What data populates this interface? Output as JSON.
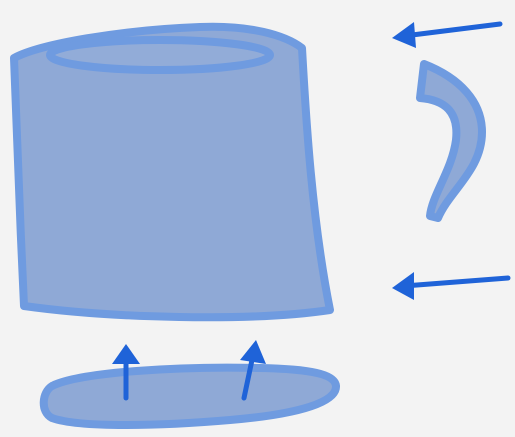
{
  "colors": {
    "background": "#f3f3f3",
    "part_fill": "#8fa9d6",
    "part_stroke": "#6f9be0",
    "part_inner": "#92acd8",
    "arrow": "#1f63d8"
  },
  "parts": [
    {
      "name": "mug-body",
      "role": "cylinder body"
    },
    {
      "name": "mug-handle",
      "role": "handle"
    },
    {
      "name": "mug-base",
      "role": "bottom disc"
    }
  ],
  "arrows": [
    {
      "name": "arrow-to-body-top",
      "direction": "left"
    },
    {
      "name": "arrow-to-body-bottom",
      "direction": "left"
    },
    {
      "name": "arrow-base-left",
      "direction": "up"
    },
    {
      "name": "arrow-base-right",
      "direction": "up"
    }
  ]
}
